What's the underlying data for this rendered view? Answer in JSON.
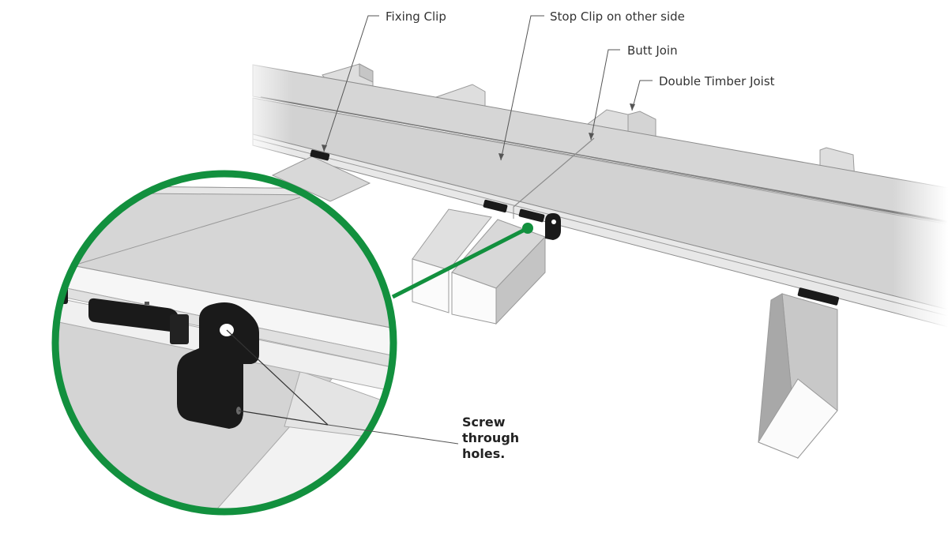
{
  "labels": {
    "fixing_clip": "Fixing Clip",
    "stop_clip": "Stop Clip on other side",
    "butt_join": "Butt Join",
    "double_joist": "Double Timber Joist",
    "screw_line1": "Screw",
    "screw_line2": "through",
    "screw_line3": "holes."
  },
  "colors": {
    "board": "#d4d4d4",
    "board_edge": "#bcbcbc",
    "joist_top": "#e2e2e2",
    "joist_side": "#c2c2c2",
    "joist_end": "#fafafa",
    "clip": "#1a1a1a",
    "magnifier_ring": "#12903e",
    "leader": "#555555"
  },
  "icons": {
    "fixing_clip": "fixing-clip-icon",
    "stop_clip": "stop-clip-icon",
    "magnifier": "magnifier-circle-icon"
  }
}
